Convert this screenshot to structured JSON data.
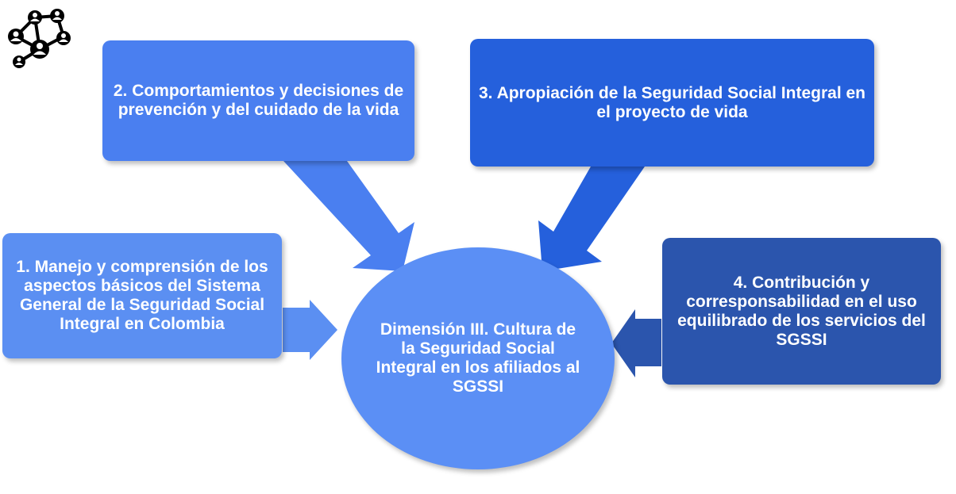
{
  "colors": {
    "box1": "#5b8ff2",
    "box2": "#4a7ff0",
    "box3": "#2560dc",
    "box4": "#2b55ad",
    "center": "#5b8ff5",
    "arrow1": "#5b8ff2",
    "arrow2": "#4a7ff0",
    "arrow3": "#2560dc",
    "arrow4": "#2b55ad"
  },
  "icons": {
    "top_left": "people-network-icon"
  },
  "center": {
    "text": "Dimensión III. Cultura de la Seguridad Social Integral en los afiliados al SGSSI"
  },
  "boxes": [
    {
      "text": "1. Manejo y comprensión de los aspectos básicos del Sistema General de la Seguridad Social Integral en Colombia"
    },
    {
      "text": "2. Comportamientos y decisiones de prevención y del cuidado de la vida"
    },
    {
      "text": "3. Apropiación de la Seguridad Social Integral en el proyecto de vida"
    },
    {
      "text": "4. Contribución y corresponsabilidad en el uso equilibrado de los servicios del SGSSI"
    }
  ]
}
